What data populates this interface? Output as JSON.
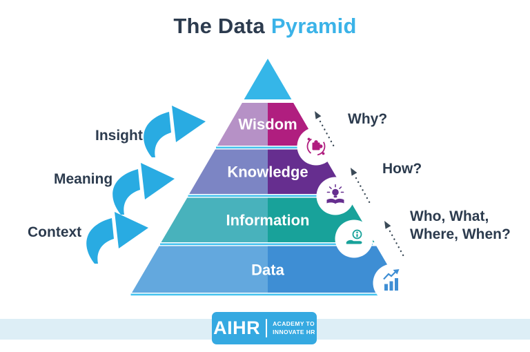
{
  "title": {
    "part1": "The Data",
    "part2": "Pyramid"
  },
  "colors": {
    "title_dark": "#2c3b4e",
    "title_blue": "#3bb3e8",
    "label_dark": "#2c3b4e",
    "apex": "#35b6e8",
    "separator": "#45c3ef",
    "arrow_blue": "#29abe2",
    "dashed_arrow": "#3b4a57",
    "circle_bg": "#ffffff",
    "footer_bar": "#ddeef6",
    "logo_bg": "#35a9e1"
  },
  "pyramid": {
    "layers": [
      {
        "label": "Wisdom",
        "left_color": "#b691c6",
        "right_color": "#b01e7f",
        "icon": "cycle-puzzle"
      },
      {
        "label": "Knowledge",
        "left_color": "#7c85c4",
        "right_color": "#662e8f",
        "icon": "lightbulb-book"
      },
      {
        "label": "Information",
        "left_color": "#48b2bc",
        "right_color": "#18a29a",
        "icon": "hand-info"
      },
      {
        "label": "Data",
        "left_color": "#63a8de",
        "right_color": "#3e8ed4",
        "icon": "bar-chart-trend"
      }
    ]
  },
  "left_labels": [
    {
      "text": "Insight"
    },
    {
      "text": "Meaning"
    },
    {
      "text": "Context"
    }
  ],
  "right_labels": [
    {
      "text": "Why?"
    },
    {
      "text": "How?"
    },
    {
      "text_line1": "Who, What,",
      "text_line2": "Where, When?"
    }
  ],
  "footer": {
    "logo_text": "AIHR",
    "tagline_line1": "ACADEMY TO",
    "tagline_line2": "INNOVATE HR"
  }
}
